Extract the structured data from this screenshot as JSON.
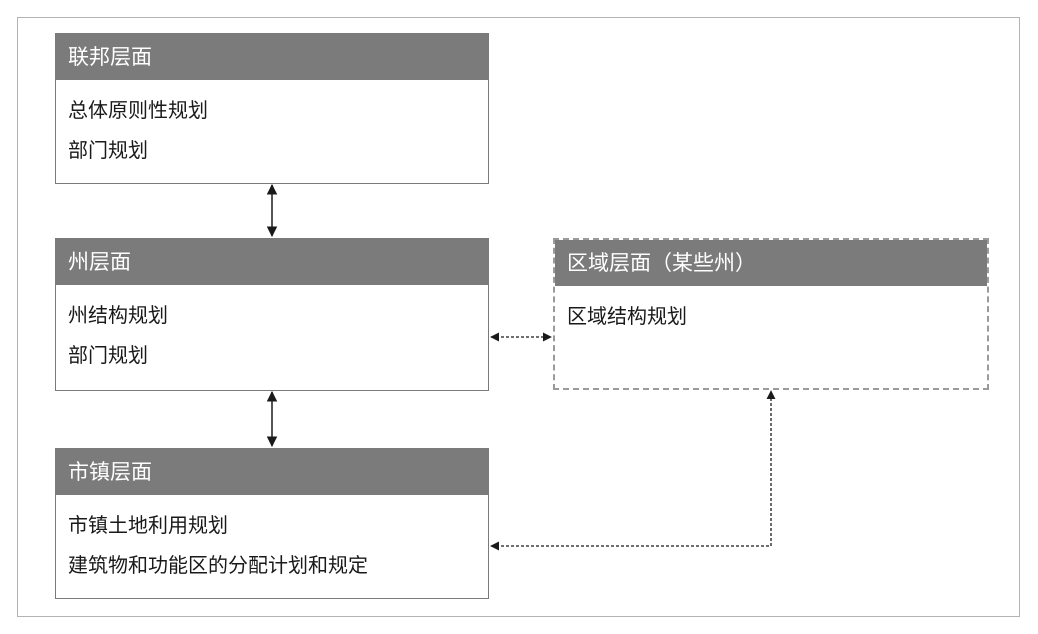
{
  "boxes": {
    "federal": {
      "title": "联邦层面",
      "items": [
        "总体原则性规划",
        "部门规划"
      ]
    },
    "state": {
      "title": "州层面",
      "items": [
        "州结构规划",
        "部门规划"
      ]
    },
    "regional": {
      "title": "区域层面（某些州）",
      "items": [
        "区域结构规划"
      ]
    },
    "municipal": {
      "title": "市镇层面",
      "items": [
        "市镇土地利用规划",
        "建筑物和功能区的分配计划和规定"
      ]
    }
  },
  "colors": {
    "header_bg": "#7b7b7b",
    "border": "#7a7a7a",
    "dashed_border": "#9a9a9a",
    "arrow": "#1a1a1a"
  }
}
